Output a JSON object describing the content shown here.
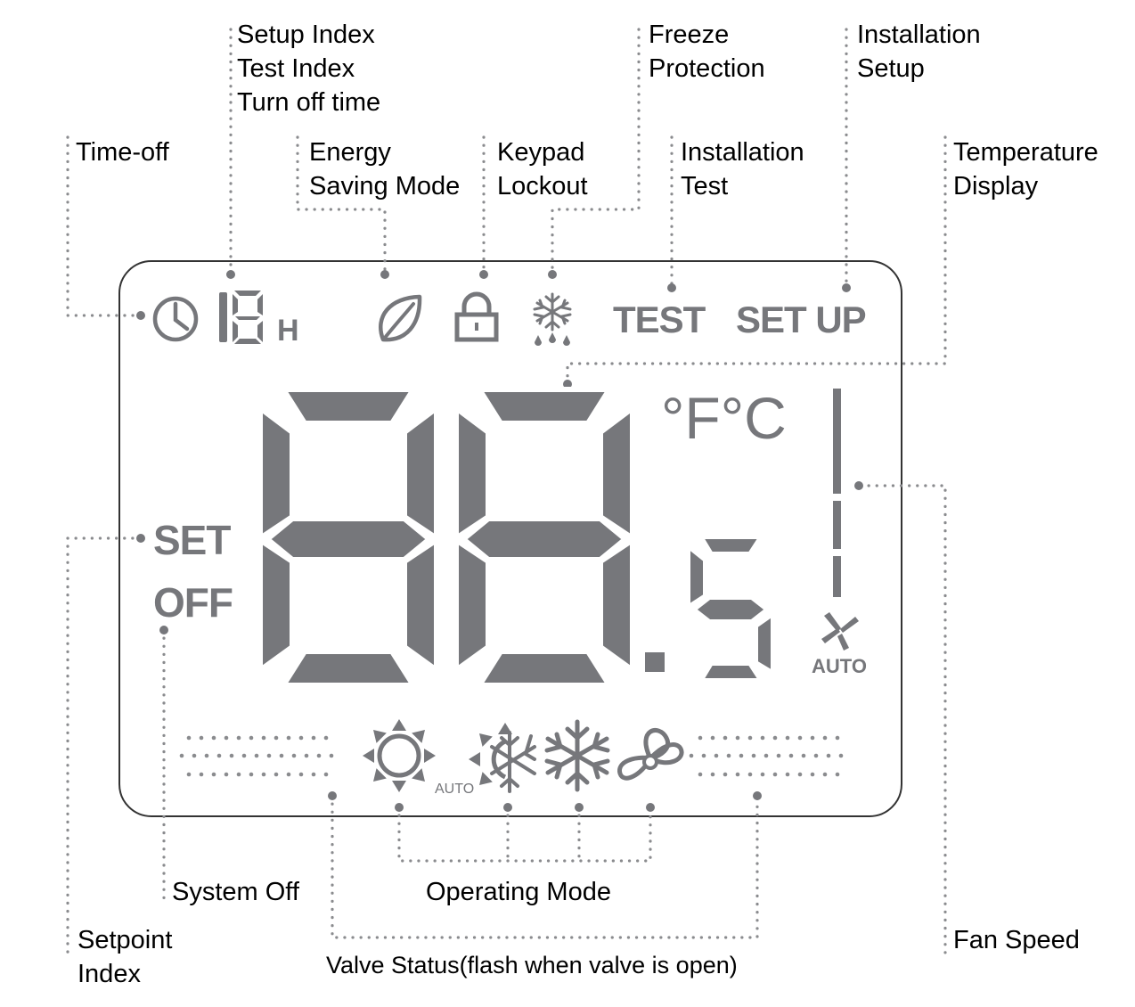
{
  "colors": {
    "lcd_gray": "#76777b",
    "leader_gray": "#8a8b8e",
    "label_text": "#000000",
    "panel_border": "#333333"
  },
  "display": {
    "hours_digits": "18",
    "hours_unit": "H",
    "test": "TEST",
    "setup": "SET UP",
    "units": "°F°C",
    "big_digits": "88",
    "decimal_digit": "5",
    "set": "SET",
    "off": "OFF",
    "fan_auto": "AUTO",
    "mode_auto": "AUTO"
  },
  "icons": {
    "clock": "clock-icon",
    "leaf": "leaf-icon",
    "lock": "lock-icon",
    "freeze": "snowflake-drops-icon",
    "fan_blade": "fan-blade-icon",
    "sun": "sun-icon",
    "auto_mode": "sun-snowflake-icon",
    "cool": "snowflake-icon",
    "fan": "fan-icon"
  },
  "labels": {
    "time_off": "Time-off",
    "index_1": "Setup Index",
    "index_2": "Test Index",
    "index_3": "Turn off time",
    "energy_1": "Energy",
    "energy_2": "Saving Mode",
    "keypad_1": "Keypad",
    "keypad_2": "Lockout",
    "freeze_1": "Freeze",
    "freeze_2": "Protection",
    "install_test_1": "Installation",
    "install_test_2": "Test",
    "install_setup_1": "Installation",
    "install_setup_2": "Setup",
    "temp_display_1": "Temperature",
    "temp_display_2": "Display",
    "system_off": "System Off",
    "operating_mode": "Operating Mode",
    "setpoint_1": "Setpoint",
    "setpoint_2": "Index",
    "valve_status": "Valve Status(flash when valve is open)",
    "fan_speed": "Fan Speed"
  }
}
